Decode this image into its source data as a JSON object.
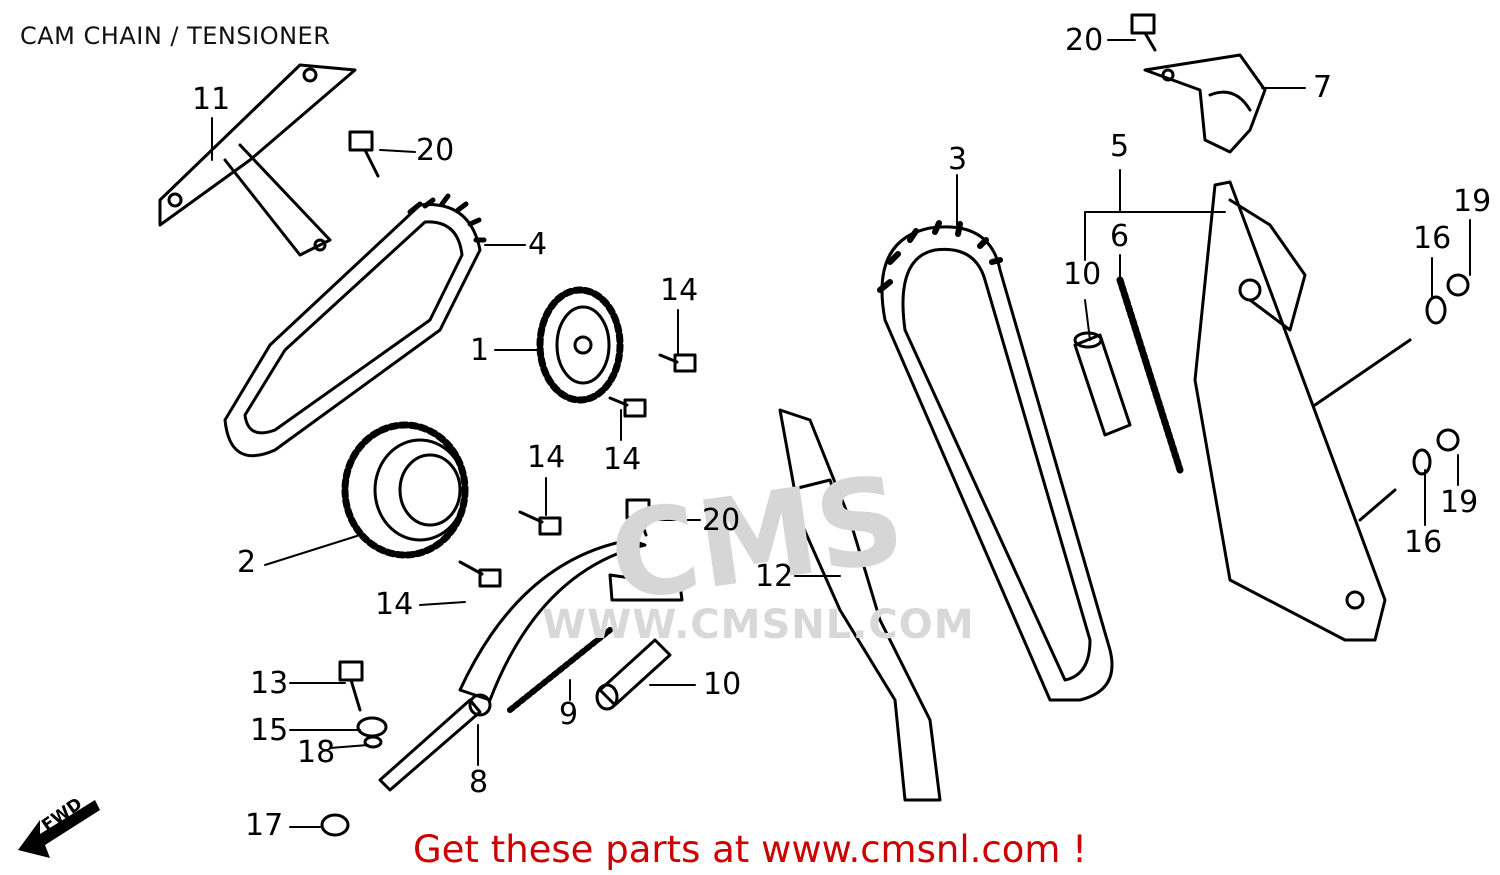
{
  "title": "CAM CHAIN / TENSIONER",
  "footer": "Get these parts at www.cmsnl.com !",
  "watermark": {
    "logo": "CMS",
    "url": "WWW.CMSNL.COM"
  },
  "fwd_label": "FWD",
  "callouts": [
    {
      "label": "11"
    },
    {
      "label": "20"
    },
    {
      "label": "4"
    },
    {
      "label": "1"
    },
    {
      "label": "14"
    },
    {
      "label": "14"
    },
    {
      "label": "14"
    },
    {
      "label": "2"
    },
    {
      "label": "14"
    },
    {
      "label": "20"
    },
    {
      "label": "12"
    },
    {
      "label": "3"
    },
    {
      "label": "20"
    },
    {
      "label": "7"
    },
    {
      "label": "5"
    },
    {
      "label": "6"
    },
    {
      "label": "10"
    },
    {
      "label": "19"
    },
    {
      "label": "16"
    },
    {
      "label": "19"
    },
    {
      "label": "16"
    },
    {
      "label": "13"
    },
    {
      "label": "15"
    },
    {
      "label": "18"
    },
    {
      "label": "17"
    },
    {
      "label": "9"
    },
    {
      "label": "10"
    },
    {
      "label": "8"
    }
  ],
  "colors": {
    "line": "#000000",
    "footer": "#cc0000",
    "watermark": "#d8d8d8"
  }
}
